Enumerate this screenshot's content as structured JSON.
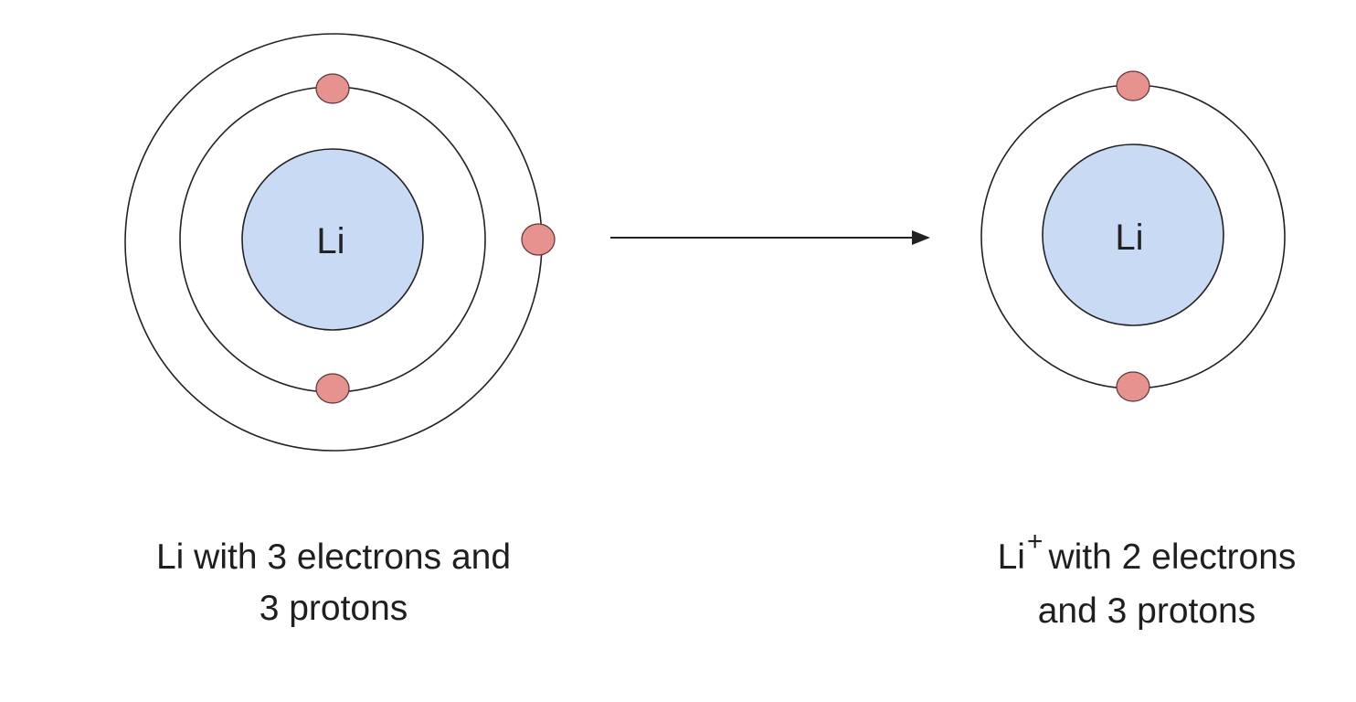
{
  "colors": {
    "nucleus_fill": "#c9daf5",
    "electron_fill": "#e6928f",
    "stroke": "#222222"
  },
  "atom": {
    "symbol": "Li",
    "electron_count": 3,
    "caption_line1": "Li with 3 electrons and",
    "caption_line2": "3 protons"
  },
  "ion": {
    "symbol": "Li",
    "caption_symbol": "Li",
    "caption_charge": "+",
    "caption_line1_rest": "with 2 electrons",
    "caption_line2": "and 3 protons",
    "electron_count": 2
  }
}
